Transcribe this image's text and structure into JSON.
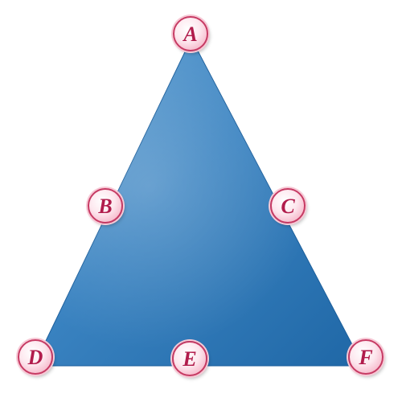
{
  "diagram": {
    "shape": "triangle",
    "fill_color": "#2f78b8",
    "fill_highlight_color": "#6aa6d6",
    "node_border_color": "#c73a63",
    "node_fill_color": "#fde7ee",
    "node_text_color": "#b11c4c",
    "nodes": [
      {
        "label": "A"
      },
      {
        "label": "B"
      },
      {
        "label": "C"
      },
      {
        "label": "D"
      },
      {
        "label": "E"
      },
      {
        "label": "F"
      }
    ]
  }
}
